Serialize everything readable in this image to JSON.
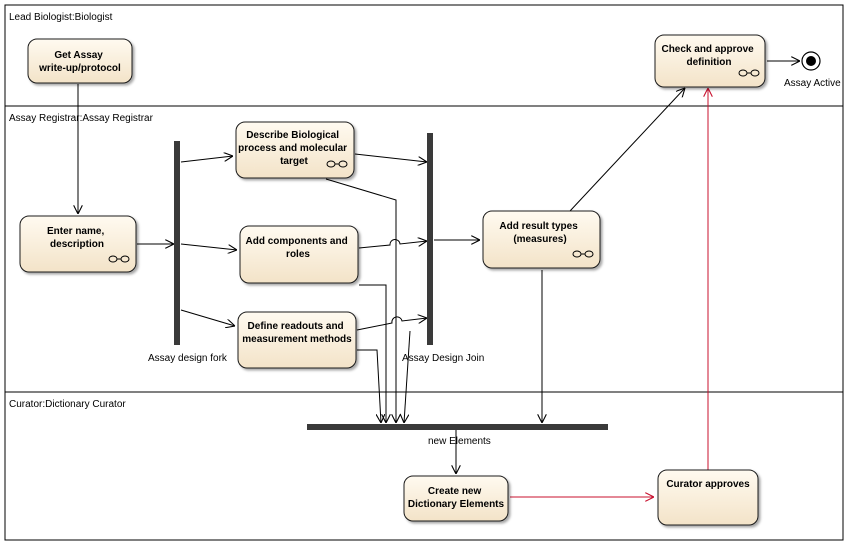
{
  "lanes": [
    {
      "id": "lead",
      "label": "Lead Biologist:Biologist"
    },
    {
      "id": "registrar",
      "label": "Assay Registrar:Assay Registrar"
    },
    {
      "id": "curator",
      "label": "Curator:Dictionary Curator"
    }
  ],
  "activities": {
    "get_assay": {
      "lines": [
        "Get Assay",
        "write-up/protocol"
      ],
      "subactivity": false
    },
    "check_approve": {
      "lines": [
        "Check and approve",
        "definition"
      ],
      "subactivity": true
    },
    "enter_name": {
      "lines": [
        "Enter name,",
        "description"
      ],
      "subactivity": true
    },
    "describe_bio": {
      "lines": [
        "Describe Biological",
        "process and molecular",
        "target"
      ],
      "subactivity": true
    },
    "add_components": {
      "lines": [
        "Add components and",
        "roles"
      ],
      "subactivity": false
    },
    "define_readouts": {
      "lines": [
        "Define readouts and",
        "measurement methods"
      ],
      "subactivity": false
    },
    "add_result": {
      "lines": [
        "Add result types",
        "(measures)"
      ],
      "subactivity": true
    },
    "create_dict": {
      "lines": [
        "Create new",
        "Dictionary Elements"
      ],
      "subactivity": false
    },
    "curator_approves": {
      "lines": [
        "Curator approves"
      ],
      "subactivity": false
    }
  },
  "bars": {
    "fork": "Assay design fork",
    "join": "Assay Design Join",
    "new_elements": "new Elements"
  },
  "final_node": "Assay Active",
  "colors": {
    "activity_fill_top": "#fffaf0",
    "activity_fill_bottom": "#f3e3c8",
    "approval_flow": "#c8102e"
  }
}
